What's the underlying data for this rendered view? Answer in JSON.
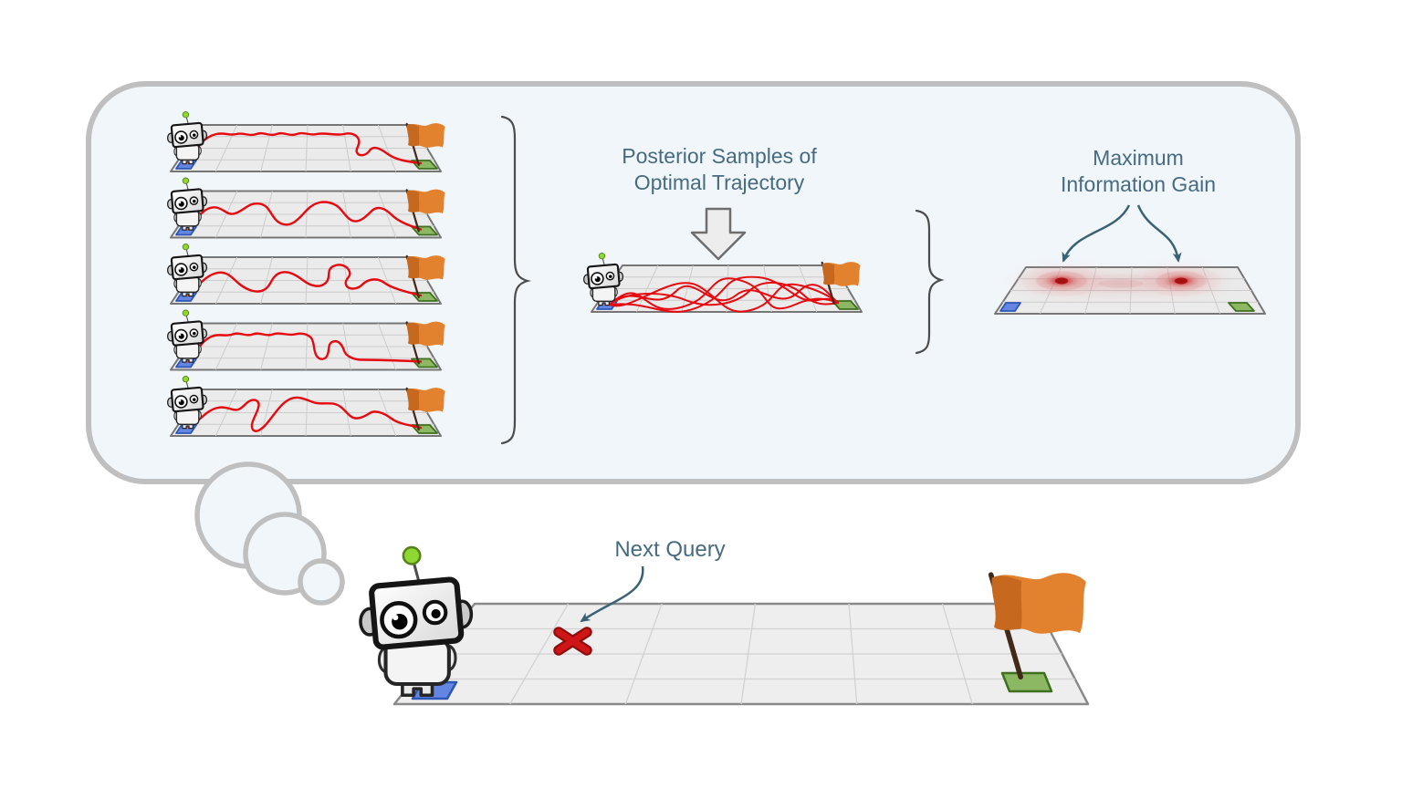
{
  "figure": {
    "type": "diagram",
    "thought_bubble": {
      "posterior_sample_count": 5,
      "posterior_label": {
        "line1": "Posterior Samples of",
        "line2": "Optimal Trajectory"
      },
      "max_info_label": {
        "line1": "Maximum",
        "line2": "Information Gain"
      }
    },
    "main_scene": {
      "next_query_label": "Next Query"
    }
  },
  "icons": {
    "robot": "robot-icon",
    "flag": "goal-flag-icon",
    "start_square": "start-square",
    "goal_square": "goal-square",
    "down_arrow": "down-arrow-icon",
    "curly_brace": "curly-brace",
    "heatmap": "information-gain-heatmap",
    "x_marker": "next-query-x-marker",
    "thought_bubble": "thought-bubble"
  },
  "colors": {
    "text": "#466b81",
    "trajectory_red": "#e60a0f",
    "flag_orange": "#e2822e",
    "flag_orange_dark": "#c2641c",
    "pole_brown": "#42291a",
    "start_blue": "#6486e2",
    "goal_green": "#8db863",
    "heat_red": "#c01818",
    "bubble_fill": "#f1f6fa",
    "bubble_border": "#bfbfbf",
    "plane_fill": "#ebebeb",
    "plane_border": "#767676",
    "grid_line": "#cccccc",
    "annotation_arrow": "#3b6274",
    "brace": "#4c4c4c",
    "x_marker_red": "#cf1515",
    "background": "#ffffff"
  }
}
